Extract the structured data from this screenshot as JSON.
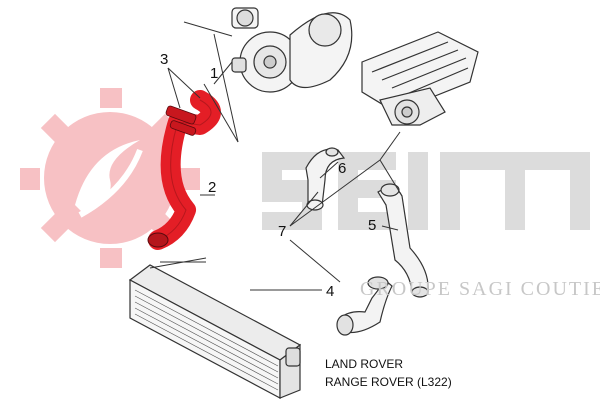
{
  "callouts": {
    "c1": "1",
    "c2": "2",
    "c3": "3",
    "c4": "4",
    "c5": "5",
    "c6": "6",
    "c7": "7"
  },
  "brand": {
    "logo_text": "SEIM",
    "tagline": "GROUPE SAGI COUTIER"
  },
  "vehicle": {
    "make": "LAND ROVER",
    "model": "RANGE ROVER (L322)"
  },
  "colors": {
    "highlight": "#e41e26",
    "logo_gear": "#f7c1c4",
    "logo_word": "#dcdcdc",
    "line_art": "#333333"
  }
}
